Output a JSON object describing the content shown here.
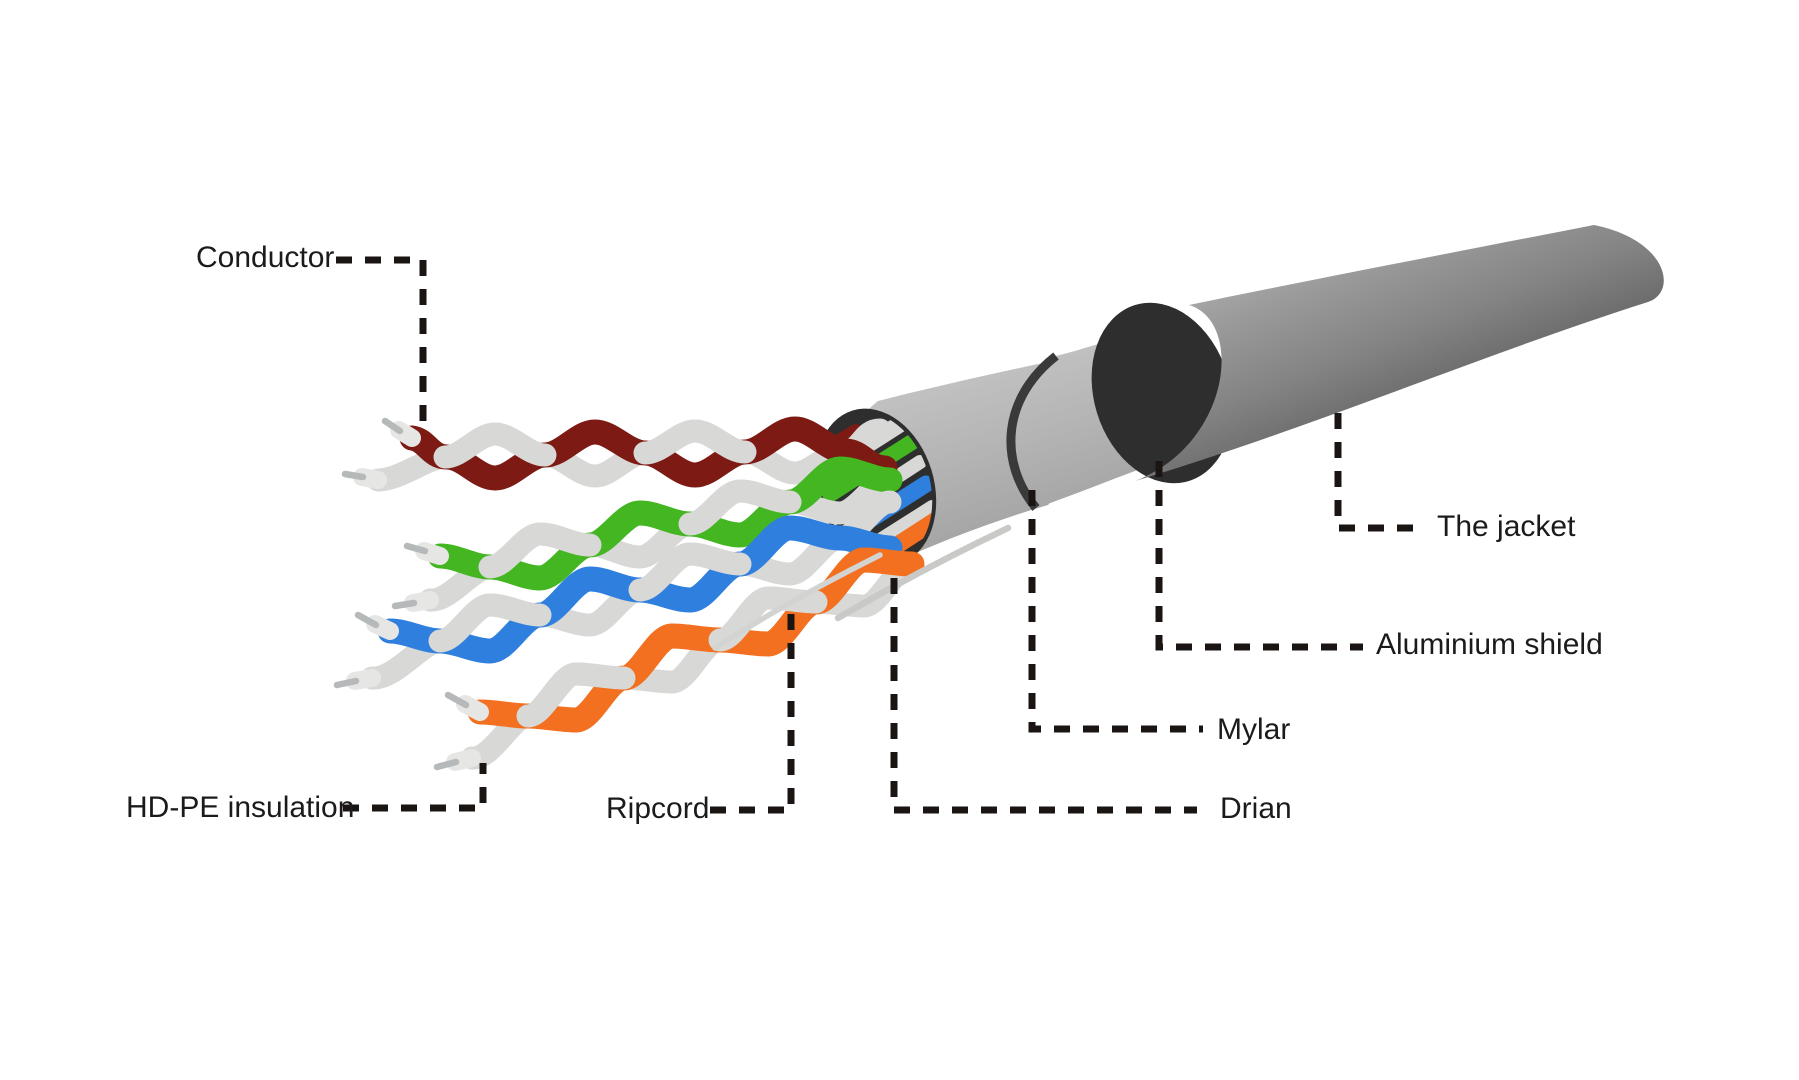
{
  "diagram": {
    "subject": "FTP twisted-pair cable cutaway",
    "parts": [
      {
        "id": "conductor",
        "label": "Conductor"
      },
      {
        "id": "hd_pe_insulation",
        "label": "HD-PE insulation"
      },
      {
        "id": "ripcord",
        "label": "Ripcord"
      },
      {
        "id": "drian",
        "label": "Drian"
      },
      {
        "id": "mylar",
        "label": "Mylar"
      },
      {
        "id": "aluminium_shield",
        "label": "Aluminium shield"
      },
      {
        "id": "the_jacket",
        "label": "The jacket"
      }
    ]
  },
  "colors": {
    "background": "#ffffff",
    "label_text": "#1b1b1b",
    "leader_line": "#1a1412",
    "pair_brown": "#7d1a13",
    "pair_green": "#43b622",
    "pair_blue": "#2f80de",
    "pair_orange": "#f2701f",
    "wire_white": "#d8d8d6",
    "tip_white": "#e6e6e4",
    "conductor_pin": "#b5b9ba",
    "ring_black": "#2e2e2e",
    "shield_edge": "#3a3a3a",
    "ripcord_strand": "#d3d3d1",
    "drain_strand": "#c9c9c7"
  }
}
